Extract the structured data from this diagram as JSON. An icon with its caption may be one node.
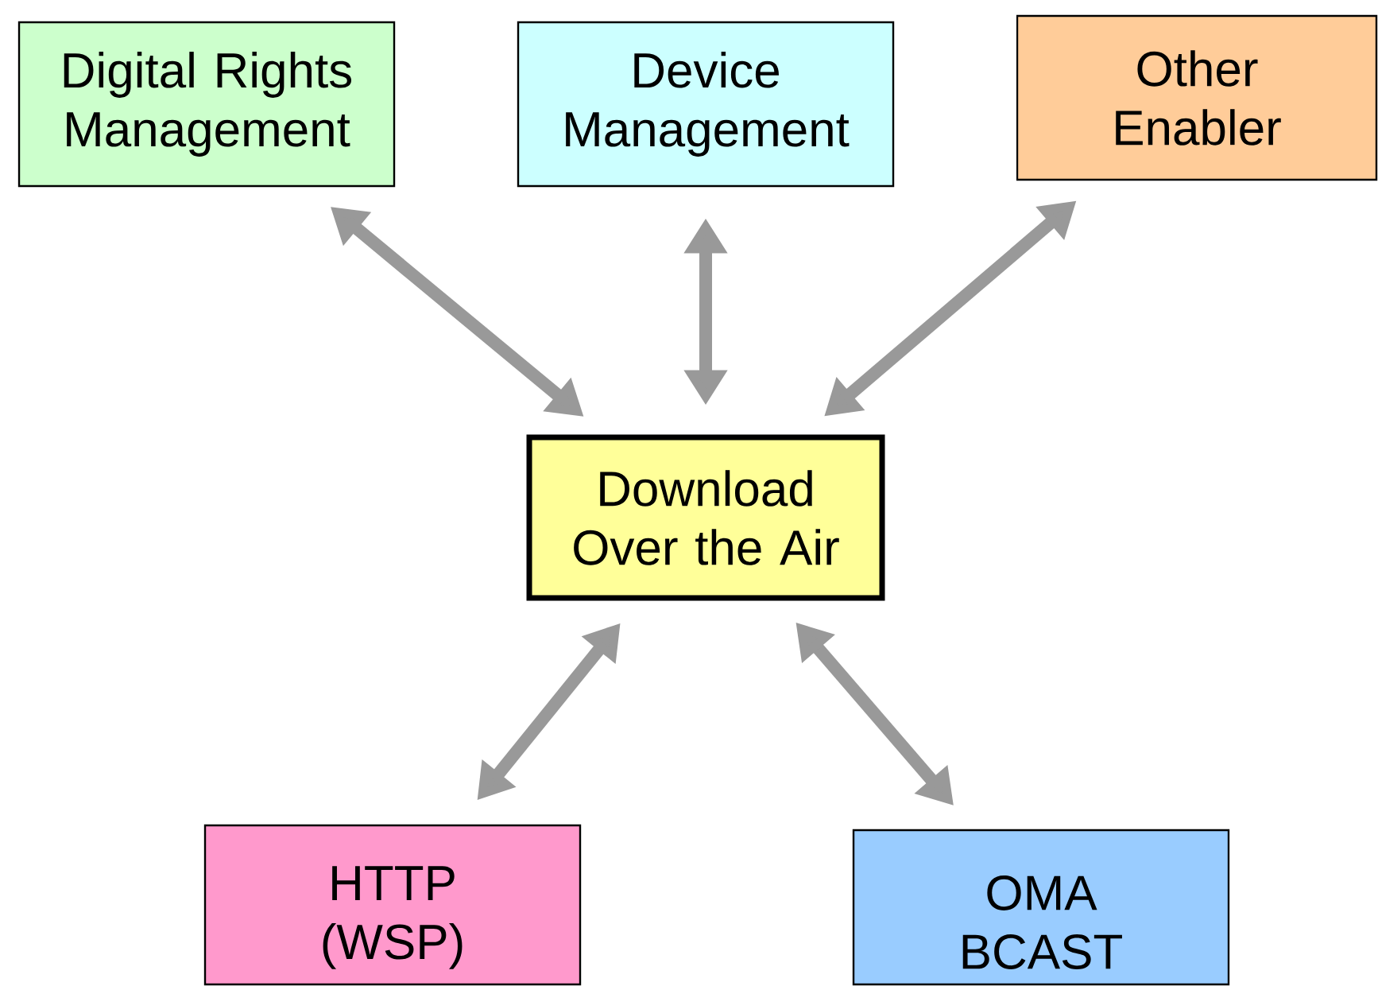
{
  "diagram": {
    "nodes": [
      {
        "text": [
          "Digital Rights Management"
        ]
      },
      {
        "text": [
          "Device Management"
        ]
      },
      {
        "text": [
          "Other Enabler"
        ]
      },
      {
        "text": [
          "Download Over the Air"
        ]
      },
      {
        "text": [
          "HTTP (WSP)"
        ]
      },
      {
        "text": [
          "OMA BCAST"
        ]
      }
    ],
    "edges": [
      {
        "from": 0,
        "to": 3,
        "arrow": "both"
      },
      {
        "from": 1,
        "to": 3,
        "arrow": "both"
      },
      {
        "from": 2,
        "to": 3,
        "arrow": "both"
      },
      {
        "from": 3,
        "to": 4,
        "arrow": "both"
      },
      {
        "from": 3,
        "to": 5,
        "arrow": "both"
      }
    ]
  }
}
